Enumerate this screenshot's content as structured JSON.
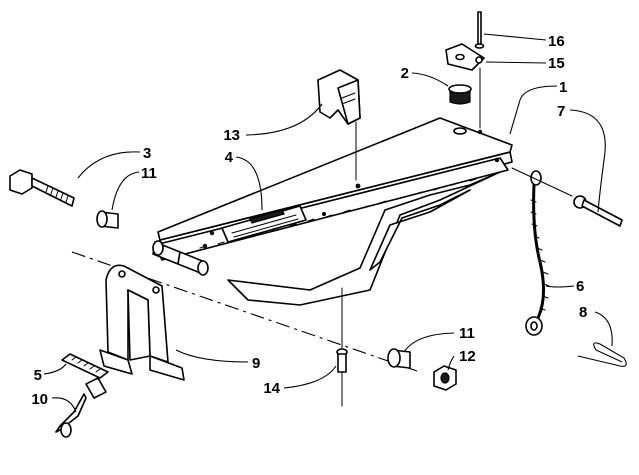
{
  "callouts": {
    "c1": "1",
    "c2": "2",
    "c3": "3",
    "c4": "4",
    "c5": "5",
    "c6": "6",
    "c7": "7",
    "c8": "8",
    "c9": "9",
    "c10": "10",
    "c11a": "11",
    "c11b": "11",
    "c12": "12",
    "c13": "13",
    "c14": "14",
    "c15": "15",
    "c16": "16"
  },
  "colors": {
    "ink": "#000000",
    "paper": "#ffffff"
  }
}
